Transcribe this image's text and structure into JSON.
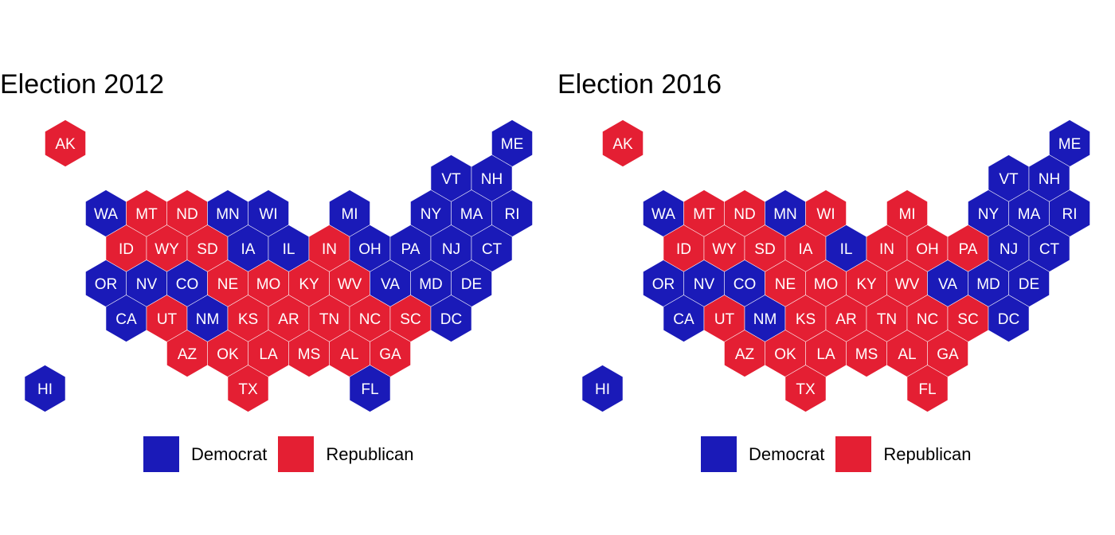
{
  "colors": {
    "Democrat": "#1a1ab8",
    "Republican": "#e41f33"
  },
  "legend": [
    {
      "party": "Democrat",
      "label": "Democrat"
    },
    {
      "party": "Republican",
      "label": "Republican"
    }
  ],
  "maps": [
    {
      "title": "Election 2012",
      "states": [
        {
          "abbr": "AK",
          "party": "Republican"
        },
        {
          "abbr": "ME",
          "party": "Democrat"
        },
        {
          "abbr": "VT",
          "party": "Democrat"
        },
        {
          "abbr": "NH",
          "party": "Democrat"
        },
        {
          "abbr": "WA",
          "party": "Democrat"
        },
        {
          "abbr": "MT",
          "party": "Republican"
        },
        {
          "abbr": "ND",
          "party": "Republican"
        },
        {
          "abbr": "MN",
          "party": "Democrat"
        },
        {
          "abbr": "WI",
          "party": "Democrat"
        },
        {
          "abbr": "MI",
          "party": "Democrat"
        },
        {
          "abbr": "NY",
          "party": "Democrat"
        },
        {
          "abbr": "MA",
          "party": "Democrat"
        },
        {
          "abbr": "RI",
          "party": "Democrat"
        },
        {
          "abbr": "ID",
          "party": "Republican"
        },
        {
          "abbr": "WY",
          "party": "Republican"
        },
        {
          "abbr": "SD",
          "party": "Republican"
        },
        {
          "abbr": "IA",
          "party": "Democrat"
        },
        {
          "abbr": "IL",
          "party": "Democrat"
        },
        {
          "abbr": "IN",
          "party": "Republican"
        },
        {
          "abbr": "OH",
          "party": "Democrat"
        },
        {
          "abbr": "PA",
          "party": "Democrat"
        },
        {
          "abbr": "NJ",
          "party": "Democrat"
        },
        {
          "abbr": "CT",
          "party": "Democrat"
        },
        {
          "abbr": "OR",
          "party": "Democrat"
        },
        {
          "abbr": "NV",
          "party": "Democrat"
        },
        {
          "abbr": "CO",
          "party": "Democrat"
        },
        {
          "abbr": "NE",
          "party": "Republican"
        },
        {
          "abbr": "MO",
          "party": "Republican"
        },
        {
          "abbr": "KY",
          "party": "Republican"
        },
        {
          "abbr": "WV",
          "party": "Republican"
        },
        {
          "abbr": "VA",
          "party": "Democrat"
        },
        {
          "abbr": "MD",
          "party": "Democrat"
        },
        {
          "abbr": "DE",
          "party": "Democrat"
        },
        {
          "abbr": "CA",
          "party": "Democrat"
        },
        {
          "abbr": "UT",
          "party": "Republican"
        },
        {
          "abbr": "NM",
          "party": "Democrat"
        },
        {
          "abbr": "KS",
          "party": "Republican"
        },
        {
          "abbr": "AR",
          "party": "Republican"
        },
        {
          "abbr": "TN",
          "party": "Republican"
        },
        {
          "abbr": "NC",
          "party": "Republican"
        },
        {
          "abbr": "SC",
          "party": "Republican"
        },
        {
          "abbr": "DC",
          "party": "Democrat"
        },
        {
          "abbr": "AZ",
          "party": "Republican"
        },
        {
          "abbr": "OK",
          "party": "Republican"
        },
        {
          "abbr": "LA",
          "party": "Republican"
        },
        {
          "abbr": "MS",
          "party": "Republican"
        },
        {
          "abbr": "AL",
          "party": "Republican"
        },
        {
          "abbr": "GA",
          "party": "Republican"
        },
        {
          "abbr": "HI",
          "party": "Democrat"
        },
        {
          "abbr": "TX",
          "party": "Republican"
        },
        {
          "abbr": "FL",
          "party": "Democrat"
        }
      ]
    },
    {
      "title": "Election 2016",
      "states": [
        {
          "abbr": "AK",
          "party": "Republican"
        },
        {
          "abbr": "ME",
          "party": "Democrat"
        },
        {
          "abbr": "VT",
          "party": "Democrat"
        },
        {
          "abbr": "NH",
          "party": "Democrat"
        },
        {
          "abbr": "WA",
          "party": "Democrat"
        },
        {
          "abbr": "MT",
          "party": "Republican"
        },
        {
          "abbr": "ND",
          "party": "Republican"
        },
        {
          "abbr": "MN",
          "party": "Democrat"
        },
        {
          "abbr": "WI",
          "party": "Republican"
        },
        {
          "abbr": "MI",
          "party": "Republican"
        },
        {
          "abbr": "NY",
          "party": "Democrat"
        },
        {
          "abbr": "MA",
          "party": "Democrat"
        },
        {
          "abbr": "RI",
          "party": "Democrat"
        },
        {
          "abbr": "ID",
          "party": "Republican"
        },
        {
          "abbr": "WY",
          "party": "Republican"
        },
        {
          "abbr": "SD",
          "party": "Republican"
        },
        {
          "abbr": "IA",
          "party": "Republican"
        },
        {
          "abbr": "IL",
          "party": "Democrat"
        },
        {
          "abbr": "IN",
          "party": "Republican"
        },
        {
          "abbr": "OH",
          "party": "Republican"
        },
        {
          "abbr": "PA",
          "party": "Republican"
        },
        {
          "abbr": "NJ",
          "party": "Democrat"
        },
        {
          "abbr": "CT",
          "party": "Democrat"
        },
        {
          "abbr": "OR",
          "party": "Democrat"
        },
        {
          "abbr": "NV",
          "party": "Democrat"
        },
        {
          "abbr": "CO",
          "party": "Democrat"
        },
        {
          "abbr": "NE",
          "party": "Republican"
        },
        {
          "abbr": "MO",
          "party": "Republican"
        },
        {
          "abbr": "KY",
          "party": "Republican"
        },
        {
          "abbr": "WV",
          "party": "Republican"
        },
        {
          "abbr": "VA",
          "party": "Democrat"
        },
        {
          "abbr": "MD",
          "party": "Democrat"
        },
        {
          "abbr": "DE",
          "party": "Democrat"
        },
        {
          "abbr": "CA",
          "party": "Democrat"
        },
        {
          "abbr": "UT",
          "party": "Republican"
        },
        {
          "abbr": "NM",
          "party": "Democrat"
        },
        {
          "abbr": "KS",
          "party": "Republican"
        },
        {
          "abbr": "AR",
          "party": "Republican"
        },
        {
          "abbr": "TN",
          "party": "Republican"
        },
        {
          "abbr": "NC",
          "party": "Republican"
        },
        {
          "abbr": "SC",
          "party": "Republican"
        },
        {
          "abbr": "DC",
          "party": "Democrat"
        },
        {
          "abbr": "AZ",
          "party": "Republican"
        },
        {
          "abbr": "OK",
          "party": "Republican"
        },
        {
          "abbr": "LA",
          "party": "Republican"
        },
        {
          "abbr": "MS",
          "party": "Republican"
        },
        {
          "abbr": "AL",
          "party": "Republican"
        },
        {
          "abbr": "GA",
          "party": "Republican"
        },
        {
          "abbr": "HI",
          "party": "Democrat"
        },
        {
          "abbr": "TX",
          "party": "Republican"
        },
        {
          "abbr": "FL",
          "party": "Republican"
        }
      ]
    }
  ]
}
